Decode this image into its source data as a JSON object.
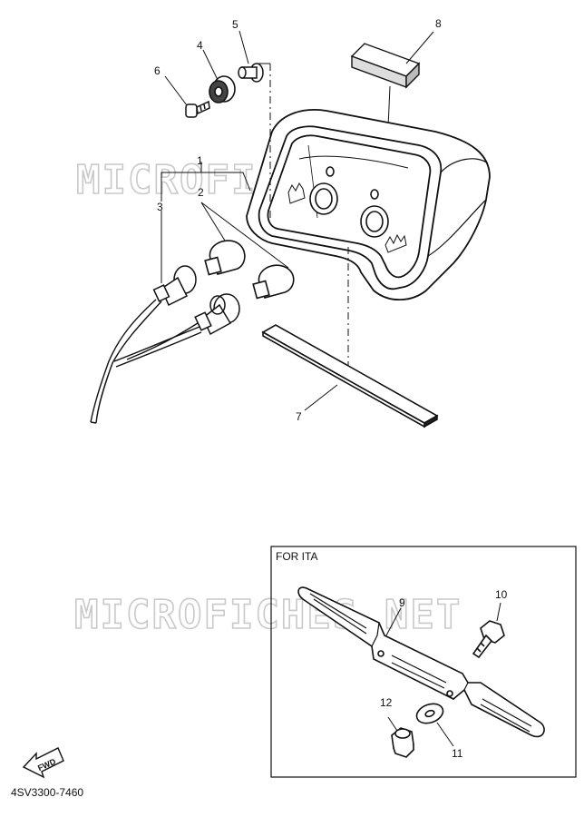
{
  "watermark_text": "MICROFICHES.NET",
  "inset": {
    "title": "FOR ITA"
  },
  "fwd_label": "FWD",
  "diagram_code": "4SV3300-7460",
  "callouts": [
    "1",
    "2",
    "3",
    "4",
    "5",
    "6",
    "7",
    "8",
    "9",
    "10",
    "11",
    "12"
  ],
  "parts": [
    {
      "ref": "1",
      "name": "tail-light-assembly"
    },
    {
      "ref": "2",
      "name": "bulb"
    },
    {
      "ref": "3",
      "name": "socket-cord"
    },
    {
      "ref": "4",
      "name": "grommet"
    },
    {
      "ref": "5",
      "name": "collar"
    },
    {
      "ref": "6",
      "name": "screw"
    },
    {
      "ref": "7",
      "name": "seal-strip"
    },
    {
      "ref": "8",
      "name": "damper-block"
    },
    {
      "ref": "9",
      "name": "license-bracket"
    },
    {
      "ref": "10",
      "name": "bolt"
    },
    {
      "ref": "11",
      "name": "washer"
    },
    {
      "ref": "12",
      "name": "nut"
    }
  ]
}
